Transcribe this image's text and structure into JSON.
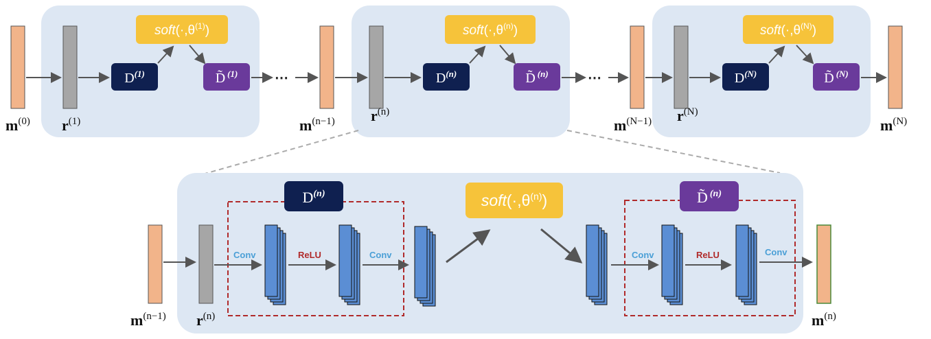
{
  "colors": {
    "panel": "#dde7f3",
    "input_vector": "#f2b48a",
    "r_vector": "#a6a6a6",
    "d_block": "#0f2050",
    "dt_block": "#6a3a9b",
    "soft_block": "#f6c33a",
    "feature_map": "#5b8ed4",
    "dashed_box": "#b02a2a",
    "output_vector_green": "#f2b48a",
    "arrow": "#555555"
  },
  "top_row": {
    "vectors": {
      "m0": {
        "base": "m",
        "sup": "(0)"
      },
      "r1": {
        "base": "r",
        "sup": "(1)"
      },
      "mn1": {
        "base": "m",
        "sup": "(n−1)"
      },
      "rn": {
        "base": "r",
        "sup": "(n)"
      },
      "mN1": {
        "base": "m",
        "sup": "(N−1)"
      },
      "rN": {
        "base": "r",
        "sup": "(N)"
      },
      "mN": {
        "base": "m",
        "sup": "(N)"
      }
    },
    "stages": [
      {
        "d": {
          "base": "D",
          "sup": "(1)"
        },
        "dt": {
          "base": "D̃",
          "sup": "(1)"
        },
        "soft": {
          "fn": "soft",
          "args": "(·,θ",
          "sup": "(1)",
          "close": ")"
        }
      },
      {
        "d": {
          "base": "D",
          "sup": "(n)"
        },
        "dt": {
          "base": "D̃",
          "sup": "(n)"
        },
        "soft": {
          "fn": "soft",
          "args": "(·,θ",
          "sup": "(n)",
          "close": ")"
        }
      },
      {
        "d": {
          "base": "D",
          "sup": "(N)"
        },
        "dt": {
          "base": "D̃",
          "sup": "(N)"
        },
        "soft": {
          "fn": "soft",
          "args": "(·,θ",
          "sup": "(N)",
          "close": ")"
        }
      }
    ],
    "ellipsis": "⋯"
  },
  "detail": {
    "m_in": {
      "base": "m",
      "sup": "(n−1)"
    },
    "r_in": {
      "base": "r",
      "sup": "(n)"
    },
    "m_out": {
      "base": "m",
      "sup": "(n)"
    },
    "d_block": {
      "base": "D",
      "sup": "(n)"
    },
    "dt_block": {
      "base": "D̃",
      "sup": "(n)"
    },
    "soft": {
      "fn": "soft",
      "args": "(·,θ",
      "sup": "(n)",
      "close": ")"
    },
    "layer_labels": {
      "conv": "Conv",
      "relu": "ReLU"
    }
  }
}
